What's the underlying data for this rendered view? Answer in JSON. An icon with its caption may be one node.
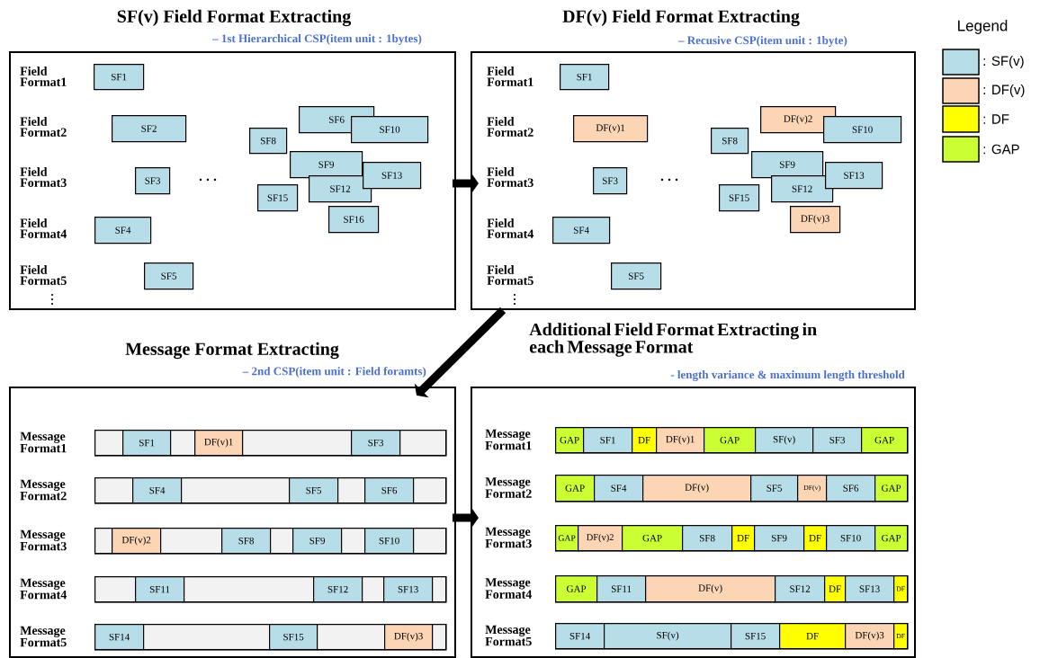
{
  "diagram": {
    "nodes": [
      {
        "text": [
          "SF(v) Field Format Extracting",
          "– 1st Hierarchical CSP(item unit : 1bytes)"
        ]
      },
      {
        "text": [
          "SF1"
        ],
        "in": 0
      },
      {
        "text": [
          "SF2"
        ],
        "in": 0
      },
      {
        "text": [
          "SF6"
        ],
        "in": 0
      },
      {
        "text": [
          "SF10"
        ],
        "in": 0
      },
      {
        "text": [
          "SF8"
        ],
        "in": 0
      },
      {
        "text": [
          "SF3"
        ],
        "in": 0
      },
      {
        "text": [
          "SF9"
        ],
        "in": 0
      },
      {
        "text": [
          "SF12"
        ],
        "in": 0
      },
      {
        "text": [
          "SF13"
        ],
        "in": 0
      },
      {
        "text": [
          "SF15"
        ],
        "in": 0
      },
      {
        "text": [
          "SF16"
        ],
        "in": 0
      },
      {
        "text": [
          "SF4"
        ],
        "in": 0
      },
      {
        "text": [
          "SF5"
        ],
        "in": 0
      },
      {
        "text": [
          "DF(v) Field Format Extracting",
          "– Recusive CSP(item unit : 1byte)"
        ]
      },
      {
        "text": [
          "SF1"
        ],
        "in": 14
      },
      {
        "text": [
          "DF(v)1"
        ],
        "in": 14
      },
      {
        "text": [
          "DF(v)2"
        ],
        "in": 14
      },
      {
        "text": [
          "SF10"
        ],
        "in": 14
      },
      {
        "text": [
          "SF8"
        ],
        "in": 14
      },
      {
        "text": [
          "SF3"
        ],
        "in": 14
      },
      {
        "text": [
          "SF9"
        ],
        "in": 14
      },
      {
        "text": [
          "SF12"
        ],
        "in": 14
      },
      {
        "text": [
          "SF13"
        ],
        "in": 14
      },
      {
        "text": [
          "SF15"
        ],
        "in": 14
      },
      {
        "text": [
          "DF(v)3"
        ],
        "in": 14
      },
      {
        "text": [
          "SF4"
        ],
        "in": 14
      },
      {
        "text": [
          "SF5"
        ],
        "in": 14
      },
      {
        "text": [
          "Message Format Extracting",
          "– 2nd CSP(item unit : Field foramts)"
        ]
      },
      {
        "text": [
          "Message Format1"
        ],
        "in": 28
      },
      {
        "text": [],
        "shape": "box",
        "in": 29
      },
      {
        "text": [
          "SF1"
        ],
        "in": 29
      },
      {
        "text": [],
        "shape": "box",
        "in": 29
      },
      {
        "text": [
          "DF(v)1"
        ],
        "in": 29
      },
      {
        "text": [],
        "shape": "box",
        "in": 29
      },
      {
        "text": [
          "SF3"
        ],
        "in": 29
      },
      {
        "text": [],
        "shape": "box",
        "in": 29
      },
      {
        "text": [
          "Message Format2"
        ],
        "in": 28
      },
      {
        "text": [],
        "shape": "box",
        "in": 37
      },
      {
        "text": [
          "SF4"
        ],
        "in": 37
      },
      {
        "text": [],
        "shape": "box",
        "in": 37
      },
      {
        "text": [
          "SF5"
        ],
        "in": 37
      },
      {
        "text": [],
        "shape": "box",
        "in": 37
      },
      {
        "text": [
          "SF6"
        ],
        "in": 37
      },
      {
        "text": [],
        "shape": "box",
        "in": 37
      },
      {
        "text": [
          "Message Format3"
        ],
        "in": 28
      },
      {
        "text": [],
        "shape": "box",
        "in": 45
      },
      {
        "text": [
          "DF(v)2"
        ],
        "in": 45
      },
      {
        "text": [],
        "shape": "box",
        "in": 45
      },
      {
        "text": [
          "SF8"
        ],
        "in": 45
      },
      {
        "text": [],
        "shape": "box",
        "in": 45
      },
      {
        "text": [
          "SF9"
        ],
        "in": 45
      },
      {
        "text": [],
        "shape": "box",
        "in": 45
      },
      {
        "text": [
          "SF10"
        ],
        "in": 45
      },
      {
        "text": [],
        "shape": "box",
        "in": 45
      },
      {
        "text": [
          "Message Format4"
        ],
        "in": 28
      },
      {
        "text": [],
        "shape": "box",
        "in": 55
      },
      {
        "text": [
          "SF11"
        ],
        "in": 55
      },
      {
        "text": [],
        "shape": "box",
        "in": 55
      },
      {
        "text": [
          "SF12"
        ],
        "in": 55
      },
      {
        "text": [],
        "shape": "box",
        "in": 55
      },
      {
        "text": [
          "SF13"
        ],
        "in": 55
      },
      {
        "text": [],
        "shape": "box",
        "in": 55
      },
      {
        "text": [
          "Message Format5"
        ],
        "in": 28
      },
      {
        "text": [
          "SF14"
        ],
        "in": 63
      },
      {
        "text": [],
        "shape": "box",
        "in": 63
      },
      {
        "text": [
          "SF15"
        ],
        "in": 63
      },
      {
        "text": [],
        "shape": "box",
        "in": 63
      },
      {
        "text": [
          "DF(v)3"
        ],
        "in": 63
      },
      {
        "text": [],
        "shape": "box",
        "in": 63
      },
      {
        "text": [
          "Additional Field Format Extracting in each Message Format",
          "- length variance & maximum length threshold"
        ]
      },
      {
        "text": [
          "Message Format1"
        ],
        "in": 70
      },
      {
        "text": [
          "GAP"
        ],
        "in": 71
      },
      {
        "text": [
          "SF1"
        ],
        "in": 71
      },
      {
        "text": [
          "DF"
        ],
        "in": 71
      },
      {
        "text": [
          "DF(v)1"
        ],
        "in": 71
      },
      {
        "text": [
          "GAP"
        ],
        "in": 71
      },
      {
        "text": [
          "SF(v)"
        ],
        "in": 71
      },
      {
        "text": [
          "SF3"
        ],
        "in": 71
      },
      {
        "text": [
          "GAP"
        ],
        "in": 71
      },
      {
        "text": [
          "Message Format2"
        ],
        "in": 70
      },
      {
        "text": [
          "GAP"
        ],
        "in": 80
      },
      {
        "text": [
          "SF4"
        ],
        "in": 80
      },
      {
        "text": [
          "DF(v)"
        ],
        "in": 80
      },
      {
        "text": [
          "SF5"
        ],
        "in": 80
      },
      {
        "text": [
          "DF(v)"
        ],
        "in": 80
      },
      {
        "text": [
          "SF6"
        ],
        "in": 80
      },
      {
        "text": [
          "GAP"
        ],
        "in": 80
      },
      {
        "text": [
          "Message Format3"
        ],
        "in": 70
      },
      {
        "text": [
          "GAP"
        ],
        "in": 88
      },
      {
        "text": [
          "DF(v)2"
        ],
        "in": 88
      },
      {
        "text": [
          "GAP"
        ],
        "in": 88
      },
      {
        "text": [
          "SF8"
        ],
        "in": 88
      },
      {
        "text": [
          "DF"
        ],
        "in": 88
      },
      {
        "text": [
          "SF9"
        ],
        "in": 88
      },
      {
        "text": [
          "DF"
        ],
        "in": 88
      },
      {
        "text": [
          "SF10"
        ],
        "in": 88
      },
      {
        "text": [
          "GAP"
        ],
        "in": 88
      },
      {
        "text": [
          "Message Format4"
        ],
        "in": 70
      },
      {
        "text": [
          "GAP"
        ],
        "in": 98
      },
      {
        "text": [
          "SF11"
        ],
        "in": 98
      },
      {
        "text": [
          "DF(v)"
        ],
        "in": 98
      },
      {
        "text": [
          "SF12"
        ],
        "in": 98
      },
      {
        "text": [
          "DF"
        ],
        "in": 98
      },
      {
        "text": [
          "SF13"
        ],
        "in": 98
      },
      {
        "text": [
          "DF"
        ],
        "in": 98
      },
      {
        "text": [
          "Message Format5"
        ],
        "in": 70
      },
      {
        "text": [
          "SF14"
        ],
        "in": 106
      },
      {
        "text": [
          "SF(v)"
        ],
        "in": 106
      },
      {
        "text": [
          "SF15"
        ],
        "in": 106
      },
      {
        "text": [
          "DF"
        ],
        "in": 106
      },
      {
        "text": [
          "DF(v)3"
        ],
        "in": 106
      },
      {
        "text": [
          "DF"
        ],
        "in": 106
      }
    ],
    "edges": [
      {
        "from": 0,
        "to": 14,
        "arrow": "to"
      },
      {
        "from": 14,
        "to": 28,
        "arrow": "to"
      },
      {
        "from": 28,
        "to": 70,
        "arrow": "to"
      }
    ],
    "labels": [
      "Field Format1",
      "Field Format2",
      "Field Format3",
      "Field Format4",
      "Field Format5",
      "Field Format1",
      "Field Format2",
      "Field Format3",
      "Field Format4",
      "Field Format5",
      "Legend"
    ],
    "legend": [
      {
        "text": ": SF(v)",
        "color": "#b7dde8"
      },
      {
        "text": ": DF(v)",
        "color": "#fcd5b4"
      },
      {
        "text": ": DF",
        "color": "#ffff00"
      },
      {
        "text": ": GAP",
        "color": "#ccff33"
      }
    ]
  }
}
